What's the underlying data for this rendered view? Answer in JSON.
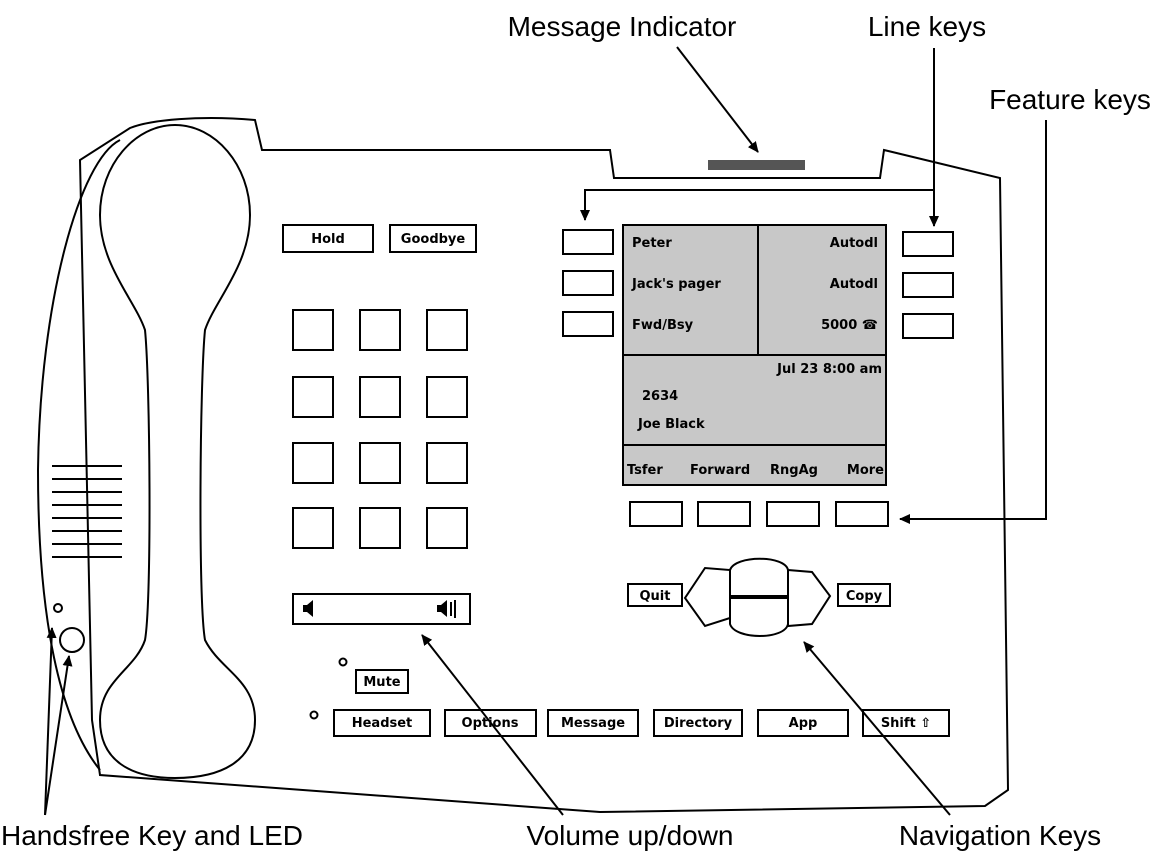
{
  "callouts": {
    "message_indicator": "Message Indicator",
    "line_keys": "Line keys",
    "feature_keys": "Feature keys",
    "handsfree": "Handsfree Key and LED",
    "volume": "Volume up/down",
    "navigation": "Navigation Keys"
  },
  "buttons": {
    "hold": "Hold",
    "goodbye": "Goodbye",
    "quit": "Quit",
    "copy": "Copy",
    "mute": "Mute",
    "headset": "Headset",
    "options": "Options",
    "message": "Message",
    "directory": "Directory",
    "app": "App",
    "shift": "Shift ⇧"
  },
  "display": {
    "line_rows": [
      {
        "left": "Peter",
        "right": "Autodl"
      },
      {
        "left": "Jack's pager",
        "right": "Autodl"
      },
      {
        "left": "Fwd/Bsy",
        "right": "5000 ☎"
      }
    ],
    "datetime": "Jul 23  8:00 am",
    "caller_number": "2634",
    "caller_name": "Joe Black",
    "softkeys": [
      "Tsfer",
      "Forward",
      "RngAg",
      "More"
    ]
  },
  "colors": {
    "lcd_background": "#c8c8c8",
    "message_indicator": "#555555",
    "line": "#000000"
  }
}
